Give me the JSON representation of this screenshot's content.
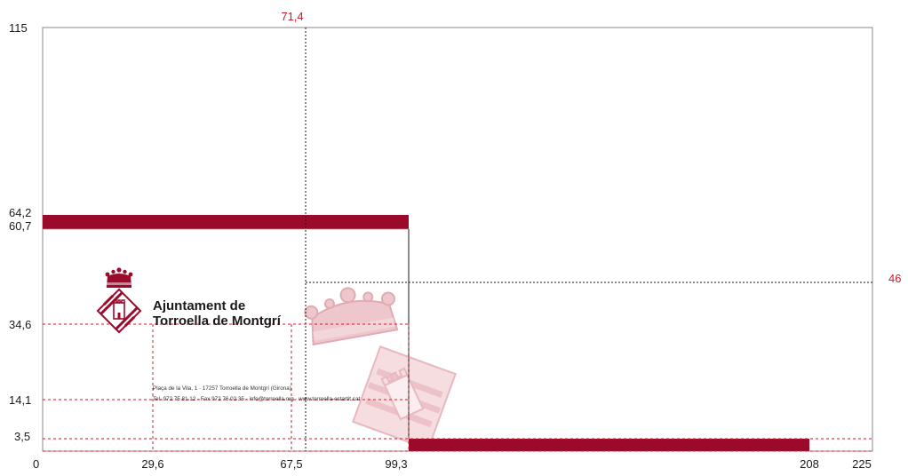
{
  "colors": {
    "brand": "#9b0a2a",
    "dim_red": "#d11a2a",
    "dim_black": "#1a1a1a",
    "watermark": "#e7b8bf"
  },
  "icons": [
    "crown-icon",
    "coat-of-arms-icon",
    "watermark-crown-icon",
    "watermark-shield-icon"
  ],
  "logo": {
    "line1": "Ajuntament de",
    "line2": "Torroella de Montgrí"
  },
  "address": {
    "line1": "Plaça de la Vila, 1 · 17257 Torroella de Montgrí (Girona)",
    "line2": "Tel. 972 75 81 12 · Fax 972 76 02 35 · info@torroella.org · www.torroella-estartit.cat"
  },
  "y_labels": {
    "l115": "115",
    "l642": "64,2",
    "l607": "60,7",
    "l346": "34,6",
    "l141": "14,1",
    "l35": "3,5"
  },
  "x_labels": {
    "l0": "0",
    "l296": "29,6",
    "l675": "67,5",
    "l993": "99,3",
    "l208": "208",
    "l225": "225"
  },
  "red_labels": {
    "top": "71,4",
    "right": "46"
  }
}
